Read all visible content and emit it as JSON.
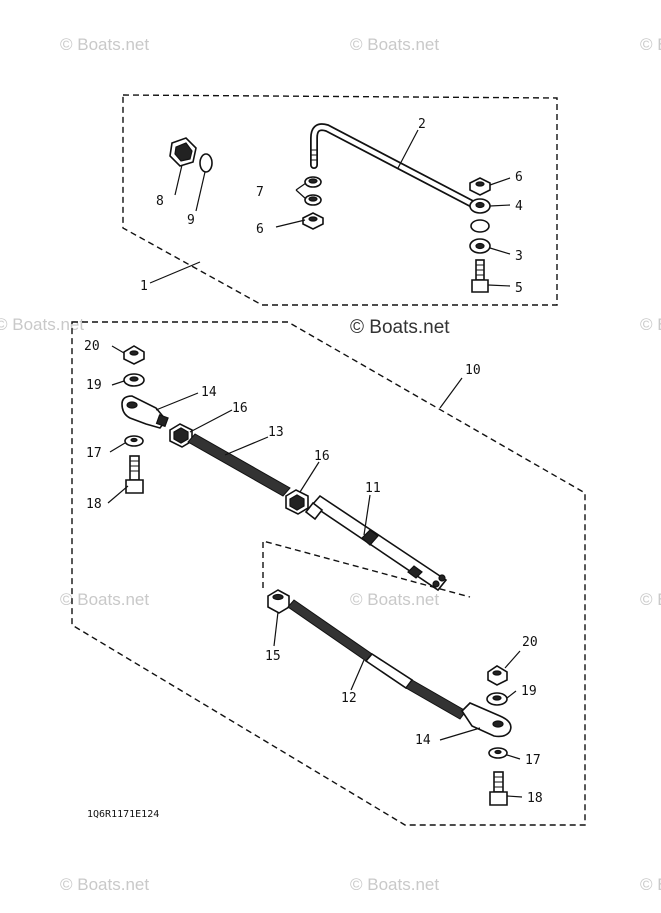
{
  "watermark": {
    "text": "© Boats.net"
  },
  "diagram_code": "1Q6R1171E124",
  "callouts": {
    "c1": "1",
    "c2": "2",
    "c3": "3",
    "c4": "4",
    "c5": "5",
    "c6a": "6",
    "c6b": "6",
    "c7": "7",
    "c8": "8",
    "c9": "9",
    "c10": "10",
    "c11": "11",
    "c12": "12",
    "c13": "13",
    "c14a": "14",
    "c14b": "14",
    "c15": "15",
    "c16a": "16",
    "c16b": "16",
    "c17a": "17",
    "c17b": "17",
    "c18a": "18",
    "c18b": "18",
    "c19a": "19",
    "c19b": "19",
    "c20a": "20",
    "c20b": "20"
  }
}
